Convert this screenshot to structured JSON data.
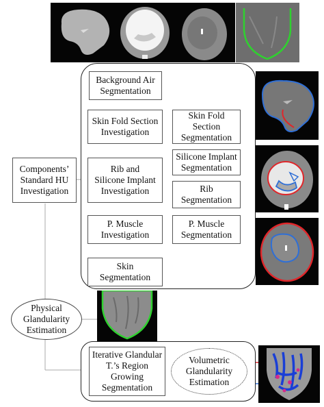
{
  "components_box": "Components’\nStandard HU\nInvestigation",
  "steps": {
    "background_air": "Background Air\nSegmentation",
    "skin_fold_investigation": "Skin Fold Section\nInvestigation",
    "skin_fold_segmentation": "Skin Fold Section\nSegmentation",
    "rib_implant_investigation": "Rib and\nSilicone Implant\nInvestigation",
    "silicone_implant_segmentation": "Silicone Implant\nSegmentation",
    "rib_segmentation": "Rib\nSegmentation",
    "muscle_investigation": "P. Muscle\nInvestigation",
    "muscle_segmentation": "P. Muscle\nSegmentation",
    "skin_segmentation": "Skin\nSegmentation",
    "glandular_segmentation": "Iterative Glandular\nT.’s Region\nGrowing\nSegmentation"
  },
  "estimations": {
    "physical": "Physical\nGlandularity\nEstimation",
    "volumetric": "Volumetric\nGlandularity\nEstimation"
  },
  "colors": {
    "arrow_blue": "#2f6fd6",
    "arrow_red": "#e0262a",
    "contour_green": "#2fd12f",
    "line_gray": "#aaaaaa"
  },
  "images": {
    "top_strip": [
      "ct-slice-body",
      "ct-slice-implant",
      "ct-slice-breast",
      "ct-slice-skin-contour"
    ],
    "right_column": [
      "ct-background-air-result",
      "ct-implant-rib-result",
      "ct-muscle-skin-result",
      "ct-glandular-result"
    ],
    "middle": "ct-physical-glandularity-slice"
  }
}
